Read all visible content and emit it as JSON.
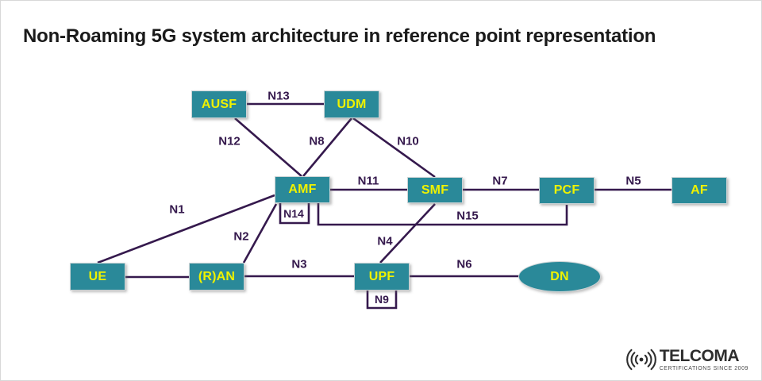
{
  "title": "Non-Roaming 5G system architecture in reference point representation",
  "colors": {
    "node_fill": "#2A8999",
    "node_text": "#EFF200",
    "line": "#35194D",
    "title_text": "#1A1A1A",
    "logo_text": "#2E2E2E",
    "canvas_border": "#D8D8D8"
  },
  "diagram": {
    "nodes": [
      {
        "id": "ausf",
        "label": "AUSF",
        "shape": "rect"
      },
      {
        "id": "udm",
        "label": "UDM",
        "shape": "rect"
      },
      {
        "id": "amf",
        "label": "AMF",
        "shape": "rect"
      },
      {
        "id": "smf",
        "label": "SMF",
        "shape": "rect"
      },
      {
        "id": "pcf",
        "label": "PCF",
        "shape": "rect"
      },
      {
        "id": "af",
        "label": "AF",
        "shape": "rect"
      },
      {
        "id": "ue",
        "label": "UE",
        "shape": "rect"
      },
      {
        "id": "ran",
        "label": "(R)AN",
        "shape": "rect"
      },
      {
        "id": "upf",
        "label": "UPF",
        "shape": "rect"
      },
      {
        "id": "dn",
        "label": "DN",
        "shape": "ellipse"
      }
    ],
    "reference_points": [
      {
        "id": "N13",
        "label": "N13",
        "between": [
          "AUSF",
          "UDM"
        ]
      },
      {
        "id": "N12",
        "label": "N12",
        "between": [
          "AUSF",
          "AMF"
        ]
      },
      {
        "id": "N8",
        "label": "N8",
        "between": [
          "UDM",
          "AMF"
        ]
      },
      {
        "id": "N10",
        "label": "N10",
        "between": [
          "UDM",
          "SMF"
        ]
      },
      {
        "id": "N11",
        "label": "N11",
        "between": [
          "AMF",
          "SMF"
        ]
      },
      {
        "id": "N7",
        "label": "N7",
        "between": [
          "SMF",
          "PCF"
        ]
      },
      {
        "id": "N5",
        "label": "N5",
        "between": [
          "PCF",
          "AF"
        ]
      },
      {
        "id": "N1",
        "label": "N1",
        "between": [
          "UE",
          "AMF"
        ]
      },
      {
        "id": "N2",
        "label": "N2",
        "between": [
          "(R)AN",
          "AMF"
        ]
      },
      {
        "id": "N14",
        "label": "N14",
        "between": [
          "AMF",
          "AMF"
        ]
      },
      {
        "id": "N15",
        "label": "N15",
        "between": [
          "AMF",
          "PCF"
        ]
      },
      {
        "id": "N4",
        "label": "N4",
        "between": [
          "SMF",
          "UPF"
        ]
      },
      {
        "id": "N3",
        "label": "N3",
        "between": [
          "(R)AN",
          "UPF"
        ]
      },
      {
        "id": "N6",
        "label": "N6",
        "between": [
          "UPF",
          "DN"
        ]
      },
      {
        "id": "N9",
        "label": "N9",
        "between": [
          "UPF",
          "UPF"
        ]
      }
    ],
    "unlabeled_links": [
      {
        "between": [
          "UE",
          "(R)AN"
        ]
      }
    ]
  },
  "logo": {
    "icon": "radio-waves-icon",
    "brand": "TELCOMA",
    "tagline": "CERTIFICATIONS SINCE 2009"
  }
}
